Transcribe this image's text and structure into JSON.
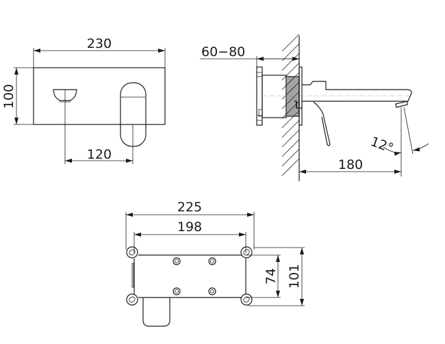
{
  "front_view": {
    "width_label": "230",
    "height_label": "100",
    "spacing_label": "120"
  },
  "side_view": {
    "depth_label": "60−80",
    "spout_label": "180",
    "angle_label": "12°"
  },
  "box_view": {
    "outer_width_label": "225",
    "inner_width_label": "198",
    "inner_height_label": "74",
    "outer_height_label": "101"
  }
}
